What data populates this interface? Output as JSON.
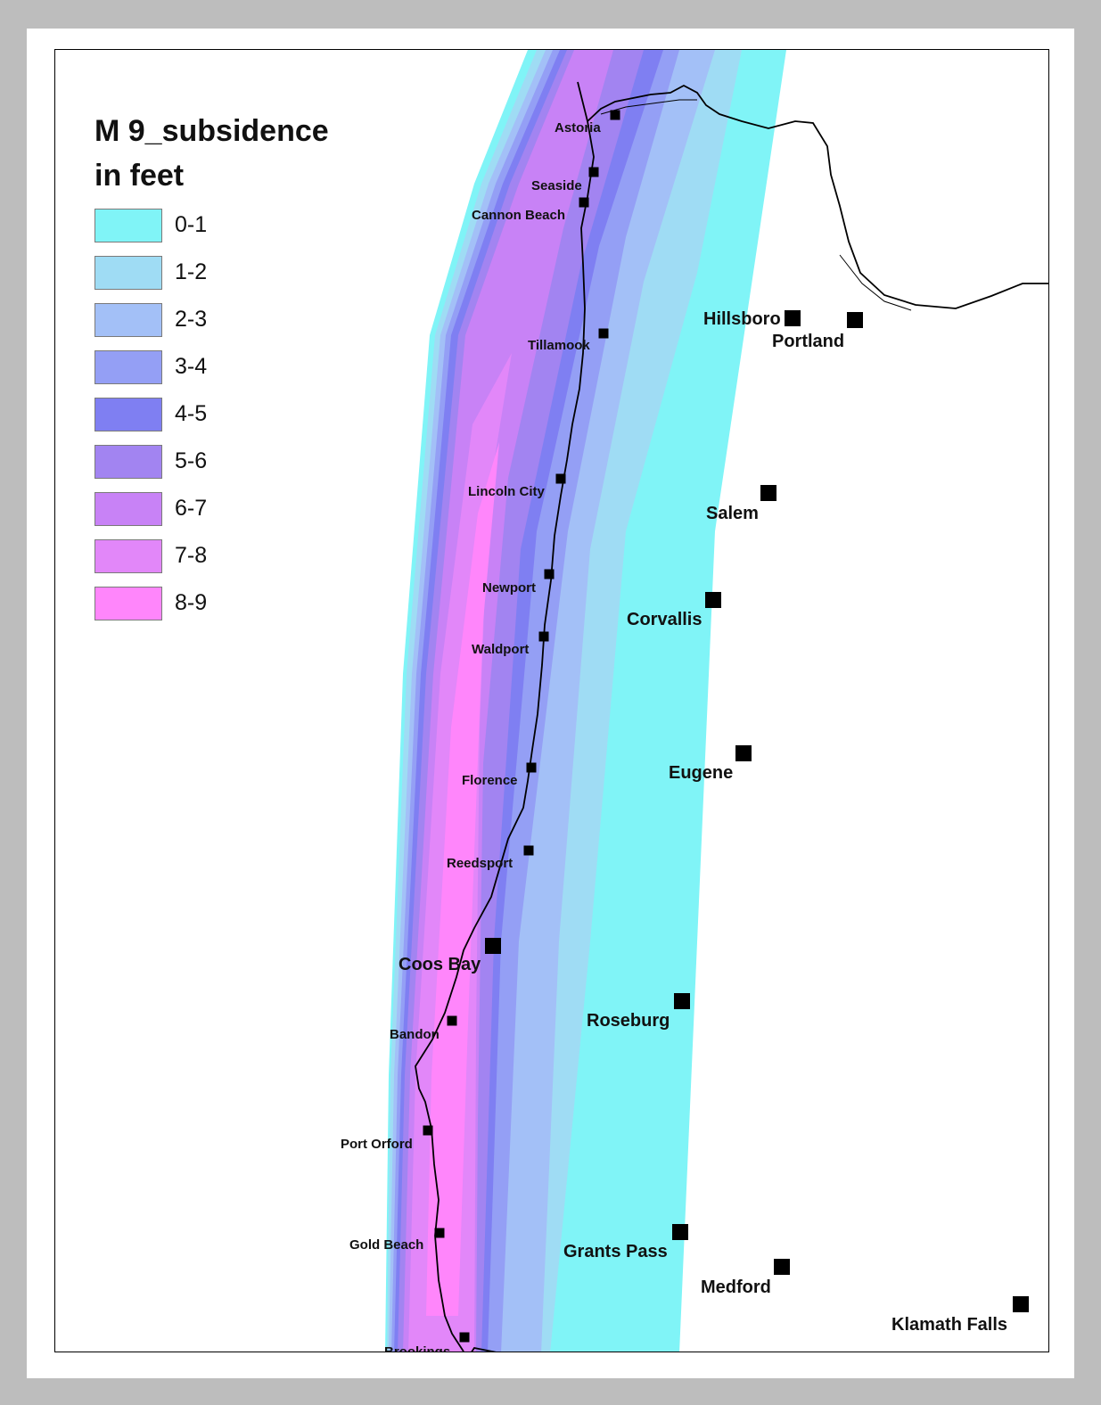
{
  "legend": {
    "title_line1": "M 9_subsidence",
    "title_line2": "in feet",
    "items": [
      {
        "label": "0-1",
        "color": "#80f4f7"
      },
      {
        "label": "1-2",
        "color": "#9fdcf4"
      },
      {
        "label": "2-3",
        "color": "#a3c0f7"
      },
      {
        "label": "3-4",
        "color": "#949ff5"
      },
      {
        "label": "4-5",
        "color": "#7f7ff2"
      },
      {
        "label": "5-6",
        "color": "#a284f1"
      },
      {
        "label": "6-7",
        "color": "#c882f6"
      },
      {
        "label": "7-8",
        "color": "#e287f9"
      },
      {
        "label": "8-9",
        "color": "#ff86fb"
      }
    ]
  },
  "cities": [
    {
      "name": "Astoria",
      "size": "small"
    },
    {
      "name": "Seaside",
      "size": "small"
    },
    {
      "name": "Cannon Beach",
      "size": "small"
    },
    {
      "name": "Tillamook",
      "size": "small"
    },
    {
      "name": "Lincoln City",
      "size": "small"
    },
    {
      "name": "Newport",
      "size": "small"
    },
    {
      "name": "Waldport",
      "size": "small"
    },
    {
      "name": "Florence",
      "size": "small"
    },
    {
      "name": "Reedsport",
      "size": "small"
    },
    {
      "name": "Coos Bay",
      "size": "large"
    },
    {
      "name": "Bandon",
      "size": "small"
    },
    {
      "name": "Port Orford",
      "size": "small"
    },
    {
      "name": "Gold Beach",
      "size": "small"
    },
    {
      "name": "Brookings",
      "size": "small"
    },
    {
      "name": "Hillsboro",
      "size": "large"
    },
    {
      "name": "Portland",
      "size": "large"
    },
    {
      "name": "Salem",
      "size": "large"
    },
    {
      "name": "Corvallis",
      "size": "large"
    },
    {
      "name": "Eugene",
      "size": "large"
    },
    {
      "name": "Roseburg",
      "size": "large"
    },
    {
      "name": "Grants Pass",
      "size": "large"
    },
    {
      "name": "Medford",
      "size": "large"
    },
    {
      "name": "Klamath Falls",
      "size": "large"
    }
  ]
}
